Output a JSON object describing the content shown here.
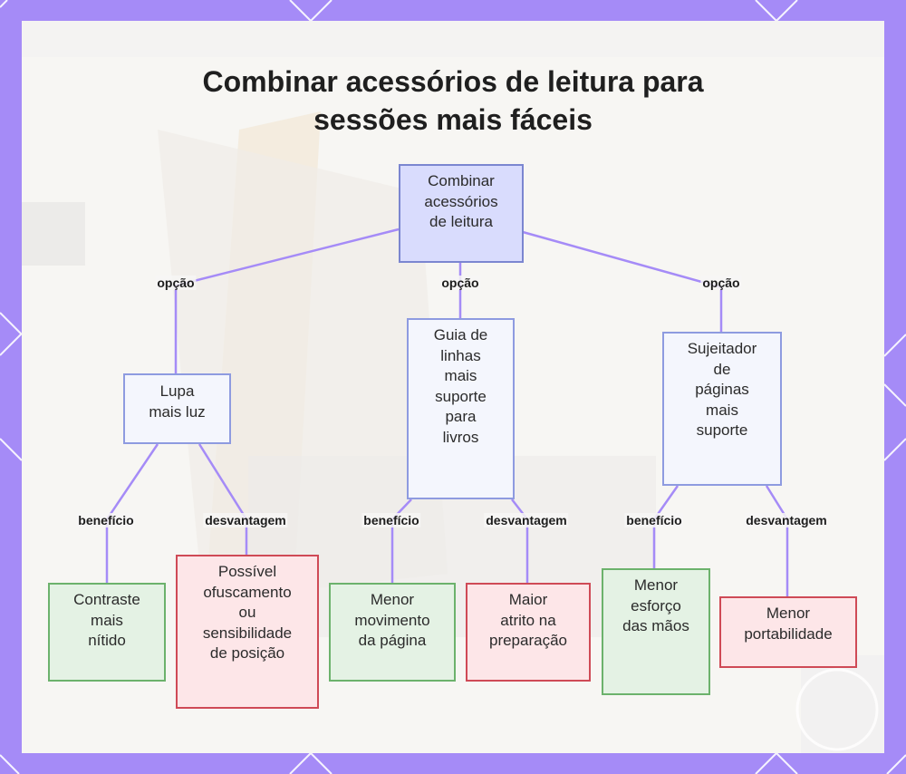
{
  "title": "Combinar acessórios de leitura para\nsessões mais fáceis",
  "colors": {
    "frame": "#a58bf7",
    "panel": "#f7f6f4",
    "edge": "#a58bf7",
    "root_fill": "#d9dcfd",
    "option_fill": "#f4f6fd",
    "benefit_fill": "#e4f2e4",
    "drawback_fill": "#fde6e8"
  },
  "nodes": {
    "root": "Combinar\nacessórios\nde leitura",
    "magnifier": "Lupa\nmais luz",
    "line_guide": "Guia de\nlinhas\nmais\nsuporte\npara\nlivros",
    "page_holder": "Sujeitador\nde\npáginas\nmais\nsuporte",
    "contrast": "Contraste\nmais\nnítido",
    "glare": "Possível\nofuscamento\nou\nsensibilidade\nde posição",
    "less_movement": "Menor\nmovimento\nda página",
    "more_friction": "Maior\natrito na\npreparação",
    "less_effort": "Menor\nesforço\ndas mãos",
    "less_portability": "Menor\nportabilidade"
  },
  "edge_labels": {
    "option_left": "opção",
    "option_middle": "opção",
    "option_right": "opção",
    "benefit_left": "benefício",
    "drawback_left": "desvantagem",
    "benefit_middle": "benefício",
    "drawback_middle": "desvantagem",
    "benefit_right": "benefício",
    "drawback_right": "desvantagem"
  }
}
